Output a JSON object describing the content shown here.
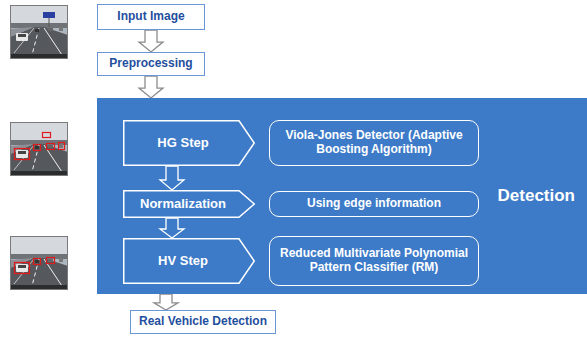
{
  "diagram": {
    "nodes": [
      {
        "text": [
          "Input Image"
        ]
      },
      {
        "text": [
          "Preprocessing"
        ]
      },
      {
        "text": [
          "Detection"
        ]
      },
      {
        "text": [
          "HG Step"
        ],
        "in": 2
      },
      {
        "text": [
          "Viola-Jones Detector (Adaptive Boosting Algorithm)"
        ],
        "in": 2
      },
      {
        "text": [
          "Normalization"
        ],
        "in": 2
      },
      {
        "text": [
          "Using edge information"
        ],
        "in": 2
      },
      {
        "text": [
          "HV Step"
        ],
        "in": 2
      },
      {
        "text": [
          "Reduced Multivariate Polynomial Pattern Classifier (RM)"
        ],
        "in": 2
      },
      {
        "text": [
          "Real Vehicle Detection"
        ]
      }
    ],
    "edges": [
      {
        "from": 0,
        "to": 1,
        "arrow": "to"
      },
      {
        "from": 1,
        "to": 2,
        "arrow": "to"
      },
      {
        "from": 3,
        "to": 5,
        "arrow": "to"
      },
      {
        "from": 5,
        "to": 7,
        "arrow": "to"
      },
      {
        "from": 2,
        "to": 9,
        "arrow": "to"
      }
    ]
  }
}
